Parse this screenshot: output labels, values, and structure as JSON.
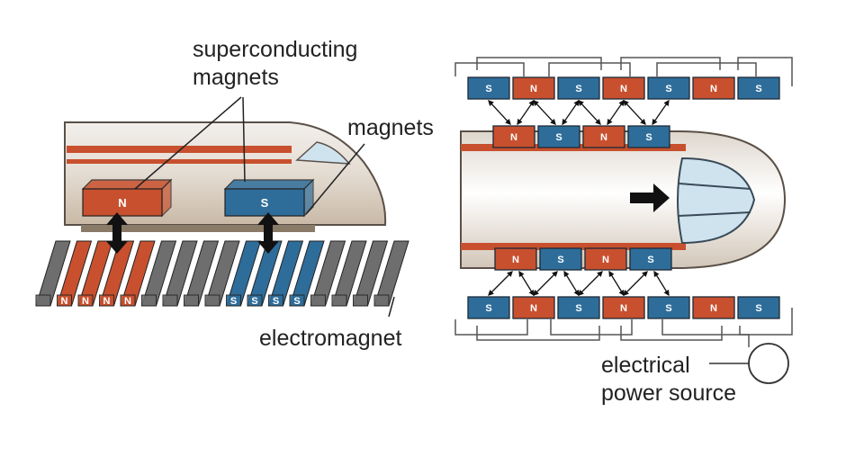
{
  "labels": {
    "superconducting_line1": "superconducting",
    "superconducting_line2": "magnets",
    "magnets": "magnets",
    "electromagnet": "electromagnet",
    "power_line1": "electrical",
    "power_line2": "power source"
  },
  "poles": {
    "north": "N",
    "south": "S"
  },
  "left_diagram": {
    "train_magnets": [
      "N",
      "S"
    ],
    "track_poles_red": [
      "N",
      "N",
      "N",
      "N"
    ],
    "track_poles_blue": [
      "S",
      "S",
      "S",
      "S"
    ]
  },
  "right_diagram": {
    "top_guideway": [
      "S",
      "N",
      "S",
      "N",
      "S",
      "N",
      "S"
    ],
    "train_top": [
      "N",
      "S",
      "N",
      "S"
    ],
    "train_bottom": [
      "N",
      "S",
      "N",
      "S"
    ],
    "bottom_guideway": [
      "S",
      "N",
      "S",
      "N",
      "S",
      "N",
      "S"
    ]
  },
  "colors": {
    "north": "#c8502e",
    "south": "#2e6d9a",
    "rail_gray": "#6e6e6e",
    "label": "#222222"
  }
}
